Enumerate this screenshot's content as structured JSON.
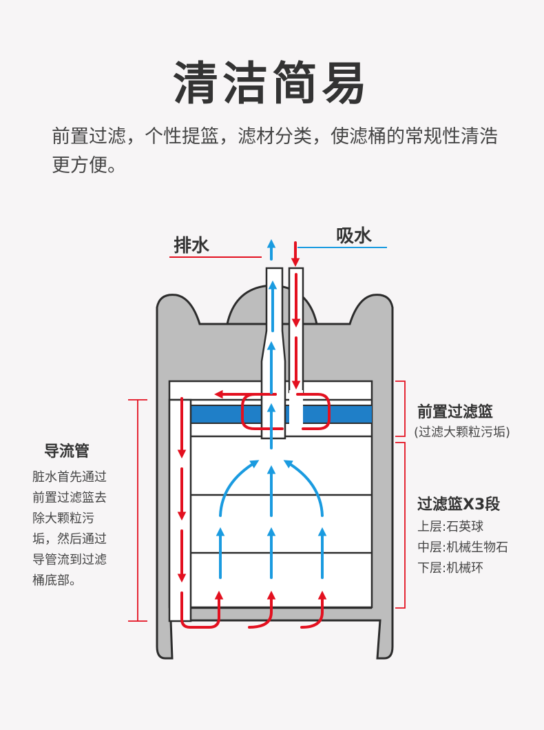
{
  "title": "清洁简易",
  "description": "前置过滤，个性提篮，滤材分类，使滤桶的常规性清浩更方便。",
  "labels": {
    "outlet": "排水",
    "inlet": "吸水",
    "guide_pipe_title": "导流管",
    "guide_pipe_desc": "脏水首先通过\n前置过滤篮去\n除大颗粒污\n垢，然后通过\n导管流到过滤\n桶底部。",
    "pre_filter_title": "前置过滤篮",
    "pre_filter_note": "(过滤大颗粒污垢)",
    "stage_title": "过滤篮X3段",
    "stage_items": "上层:石英球\n中层:机械生物石\n下层:机械环"
  },
  "colors": {
    "flow_in": "#e3101f",
    "flow_out": "#1a9be0",
    "pre_filter_band": "#1f7fc8",
    "canister": "#bdbdbd"
  }
}
